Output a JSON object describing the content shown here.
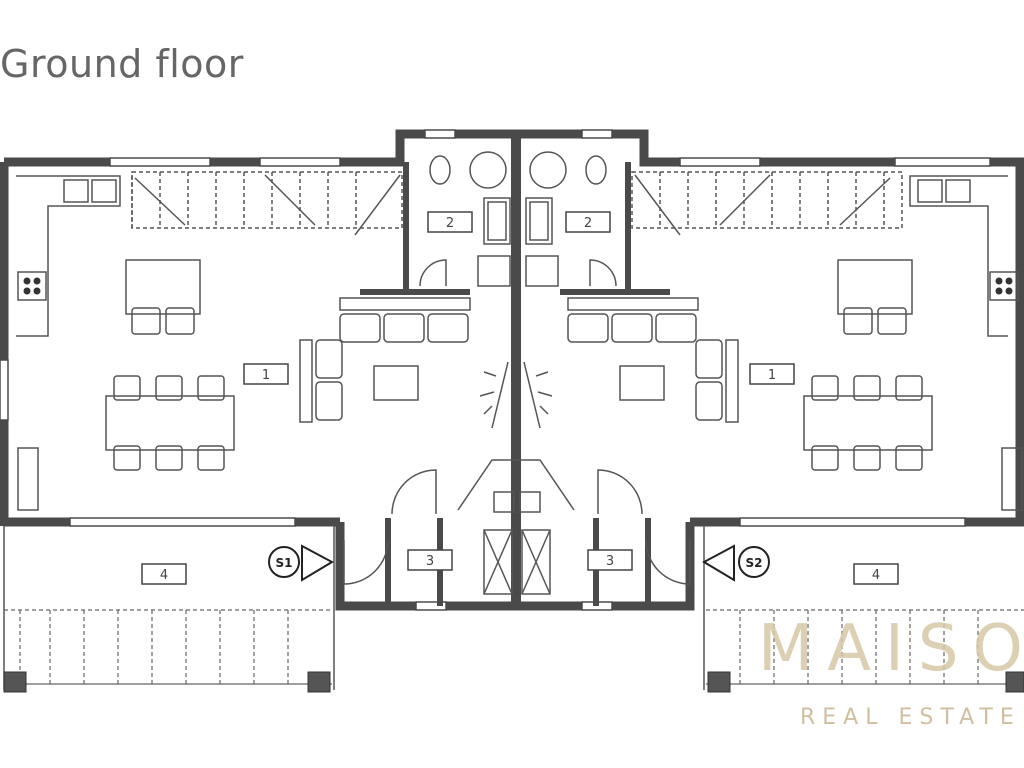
{
  "title": "Ground floor",
  "rooms": {
    "r1_left": "1",
    "r2_left": "2",
    "r3_left": "3",
    "r4_left": "4",
    "r1_right": "1",
    "r2_right": "2",
    "r3_right": "3",
    "r4_right": "4"
  },
  "entrances": {
    "s1": "S1",
    "s2": "S2"
  },
  "watermark": {
    "line1": "MAISON",
    "line2": "REAL ESTATE"
  },
  "colors": {
    "wall": "#4a4a4a",
    "line": "#555555",
    "watermark": "#d8c7a6"
  }
}
